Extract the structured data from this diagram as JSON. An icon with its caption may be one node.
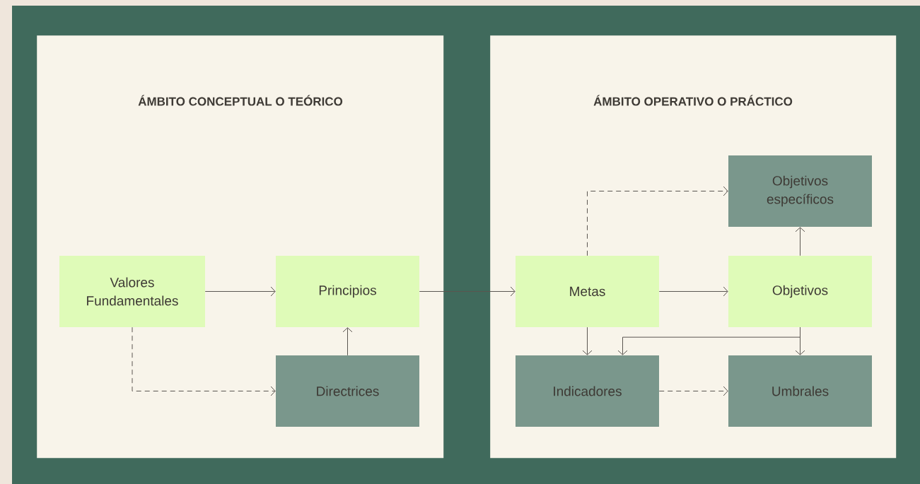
{
  "diagram": {
    "nodes": [
      {
        "text": [
          "ÁMBITO CONCEPTUAL O TEÓRICO"
        ]
      },
      {
        "text": [
          "ÁMBITO OPERATIVO O PRÁCTICO"
        ]
      },
      {
        "text": [
          "Valores Fundamentales"
        ],
        "in": 0
      },
      {
        "text": [
          "Principios"
        ],
        "in": 0
      },
      {
        "text": [
          "Directrices"
        ],
        "in": 0
      },
      {
        "text": [
          "Objetivos específicos"
        ],
        "in": 1
      },
      {
        "text": [
          "Metas"
        ],
        "in": 1
      },
      {
        "text": [
          "Objetivos"
        ],
        "in": 1
      },
      {
        "text": [
          "Indicadores"
        ],
        "in": 1
      },
      {
        "text": [
          "Umbrales"
        ],
        "in": 1
      }
    ],
    "edges": [
      {
        "from": 2,
        "to": 3,
        "arrow": "to"
      },
      {
        "from": 2,
        "to": 4,
        "arrow": "to",
        "style": "dashed"
      },
      {
        "from": 4,
        "to": 3,
        "arrow": "to"
      },
      {
        "from": 3,
        "to": 6,
        "arrow": "to"
      },
      {
        "from": 6,
        "to": 5,
        "arrow": "to",
        "style": "dashed"
      },
      {
        "from": 6,
        "to": 7,
        "arrow": "to"
      },
      {
        "from": 7,
        "to": 5,
        "arrow": "to"
      },
      {
        "from": 6,
        "to": 8,
        "arrow": "to"
      },
      {
        "from": 7,
        "to": 8,
        "arrow": "to"
      },
      {
        "from": 7,
        "to": 9,
        "arrow": "to"
      },
      {
        "from": 8,
        "to": 9,
        "arrow": "to",
        "style": "dashed"
      }
    ]
  }
}
